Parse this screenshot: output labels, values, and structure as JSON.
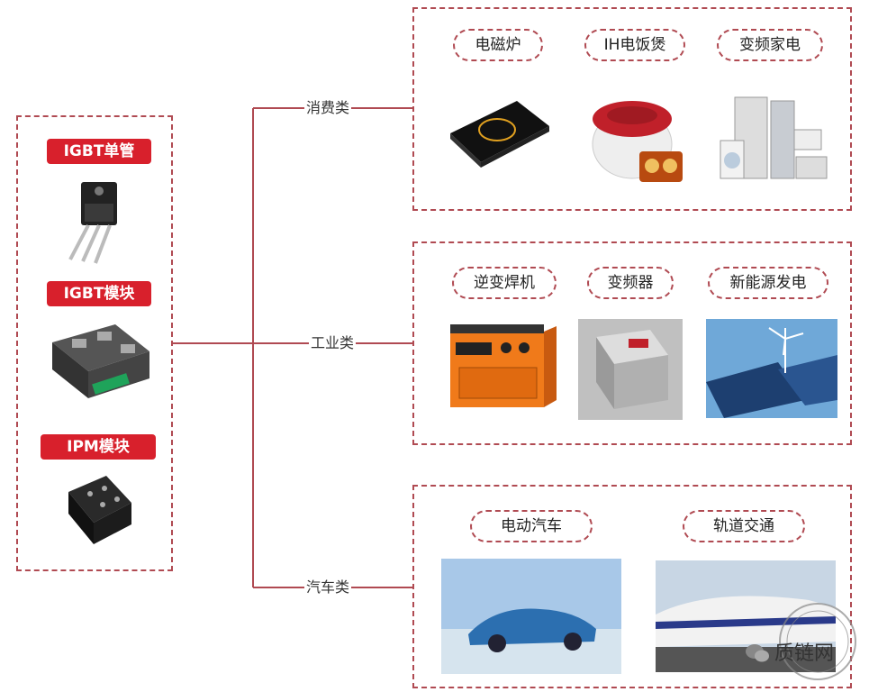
{
  "products": [
    {
      "label": "IGBT单管",
      "icon": "igbt-discrete-icon"
    },
    {
      "label": "IGBT模块",
      "icon": "igbt-module-icon"
    },
    {
      "label": "IPM模块",
      "icon": "ipm-module-icon"
    }
  ],
  "categories": [
    {
      "name": "消费类",
      "items": [
        "电磁炉",
        "IH电饭煲",
        "变频家电"
      ]
    },
    {
      "name": "工业类",
      "items": [
        "逆变焊机",
        "变频器",
        "新能源发电"
      ]
    },
    {
      "name": "汽车类",
      "items": [
        "电动汽车",
        "轨道交通"
      ]
    }
  ],
  "watermark": {
    "text": "质链网"
  },
  "colors": {
    "accent": "#d8202c",
    "line": "#b04a52"
  }
}
